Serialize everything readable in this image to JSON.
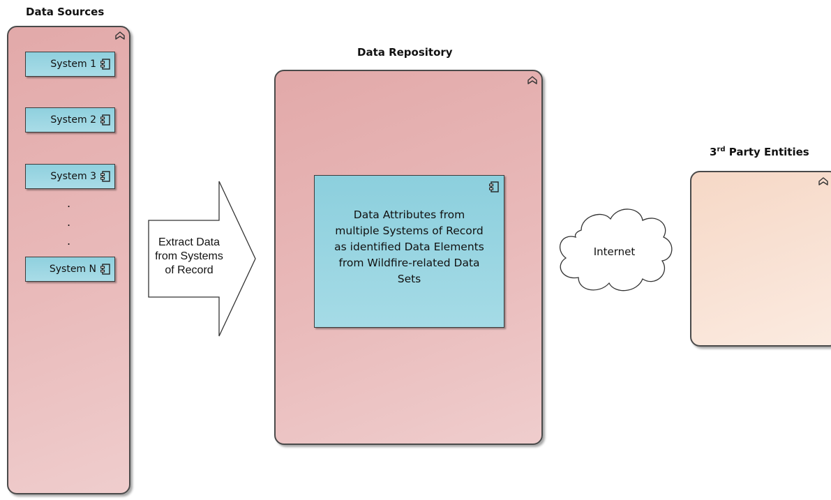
{
  "data_sources": {
    "title": "Data Sources",
    "systems": [
      "System 1",
      "System 2",
      "System 3",
      "System N"
    ],
    "ellipsis": [
      ".",
      ".",
      "."
    ]
  },
  "arrow": {
    "label_lines": [
      "Extract Data",
      "from Systems",
      "of Record"
    ]
  },
  "repository": {
    "title": "Data Repository",
    "component_text": [
      "Data Attributes from",
      "multiple Systems of Record",
      "as identified Data Elements",
      "from Wildfire-related Data",
      "Sets"
    ]
  },
  "internet": {
    "label": "Internet"
  },
  "third_party": {
    "title_num": "3",
    "title_sup": "rd",
    "title_rest": " Party Entities"
  },
  "colors": {
    "group_fill": "#e9baba",
    "component_fill": "#9dd6e3",
    "third_party_fill": "#f9e3d6",
    "stroke": "#4a4a4a"
  },
  "icons": {
    "component": "component-icon",
    "collapse": "collapse-icon",
    "cloud": "cloud-icon"
  }
}
